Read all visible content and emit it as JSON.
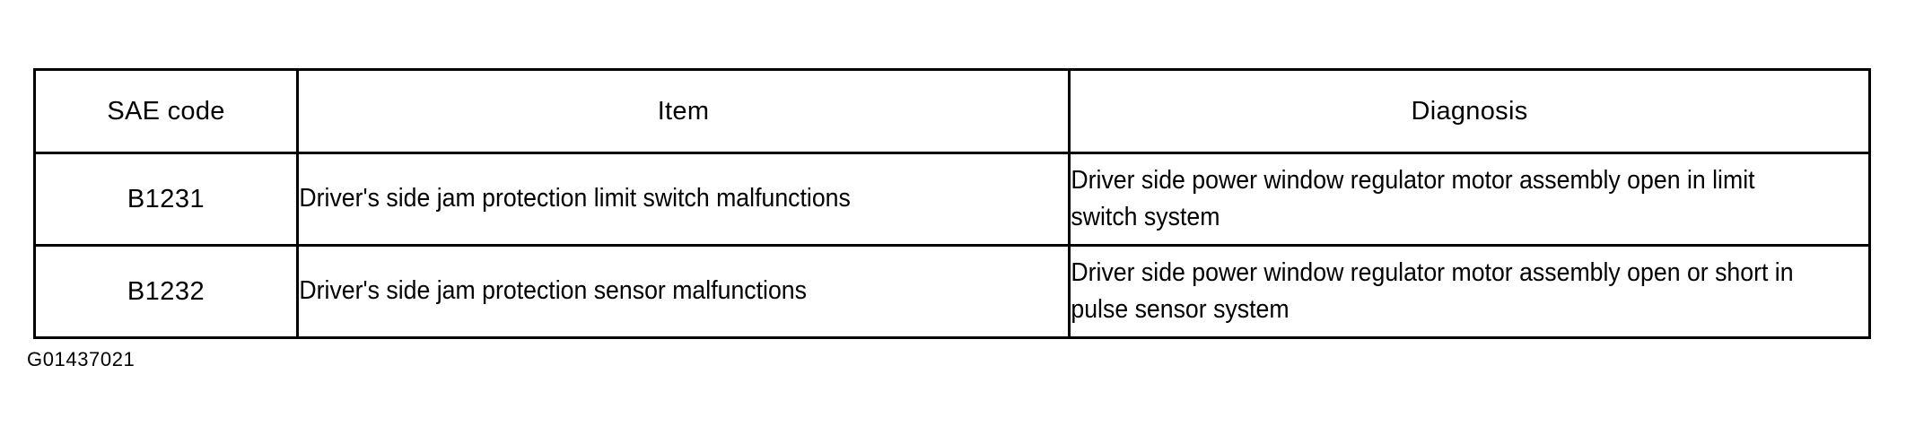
{
  "document": {
    "type": "diagnostic-trouble-code-table",
    "caption": "G01437021"
  },
  "table": {
    "headers": {
      "code": "SAE code",
      "item": "Item",
      "diagnosis": "Diagnosis"
    },
    "rows": [
      {
        "code": "B1231",
        "item": "Driver's side jam protection limit switch malfunctions",
        "diagnosis": "Driver side power window regulator motor assembly open in limit switch system"
      },
      {
        "code": "B1232",
        "item": "Driver's side jam protection sensor malfunctions",
        "diagnosis": "Driver side power window regulator motor assembly open or short in pulse sensor system"
      }
    ]
  },
  "colors": {
    "ink": "#000000",
    "paper": "#ffffff"
  }
}
